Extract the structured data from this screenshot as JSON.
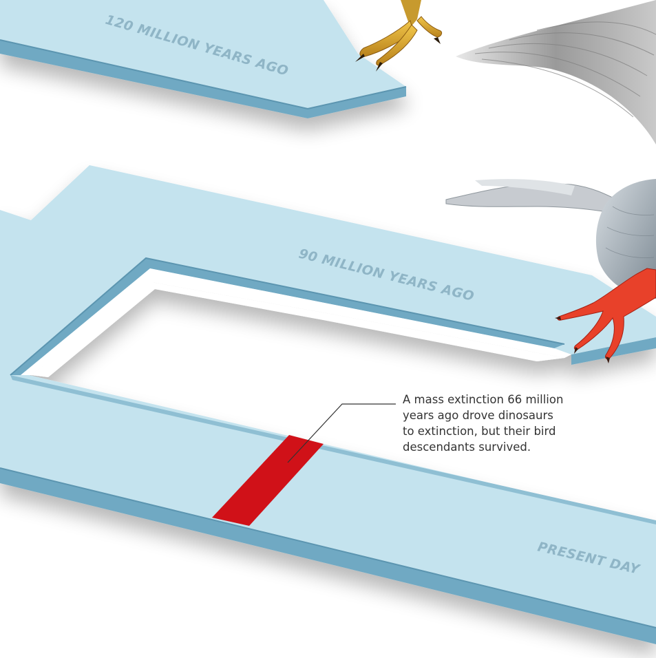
{
  "timeline": {
    "labels": {
      "era_120": "120 MILLION YEARS AGO",
      "era_90": "90 MILLION YEARS AGO",
      "present": "PRESENT DAY"
    }
  },
  "annotation": {
    "lines": [
      "A mass extinction 66 million",
      "years ago drove dinosaurs",
      "to extinction, but their bird",
      "descendants survived."
    ]
  },
  "colors": {
    "track_top": "#c4e3ee",
    "track_side": "#6fa9c3",
    "track_edge": "#5b95b0",
    "label_text": "#8fb5c6",
    "extinction_band": "#d01118",
    "annotation_text": "#333333"
  },
  "illustrations": {
    "upper_right": "dinosaur-claw-and-wing-image",
    "middle_right": "bird-wing-and-red-foot-image"
  }
}
